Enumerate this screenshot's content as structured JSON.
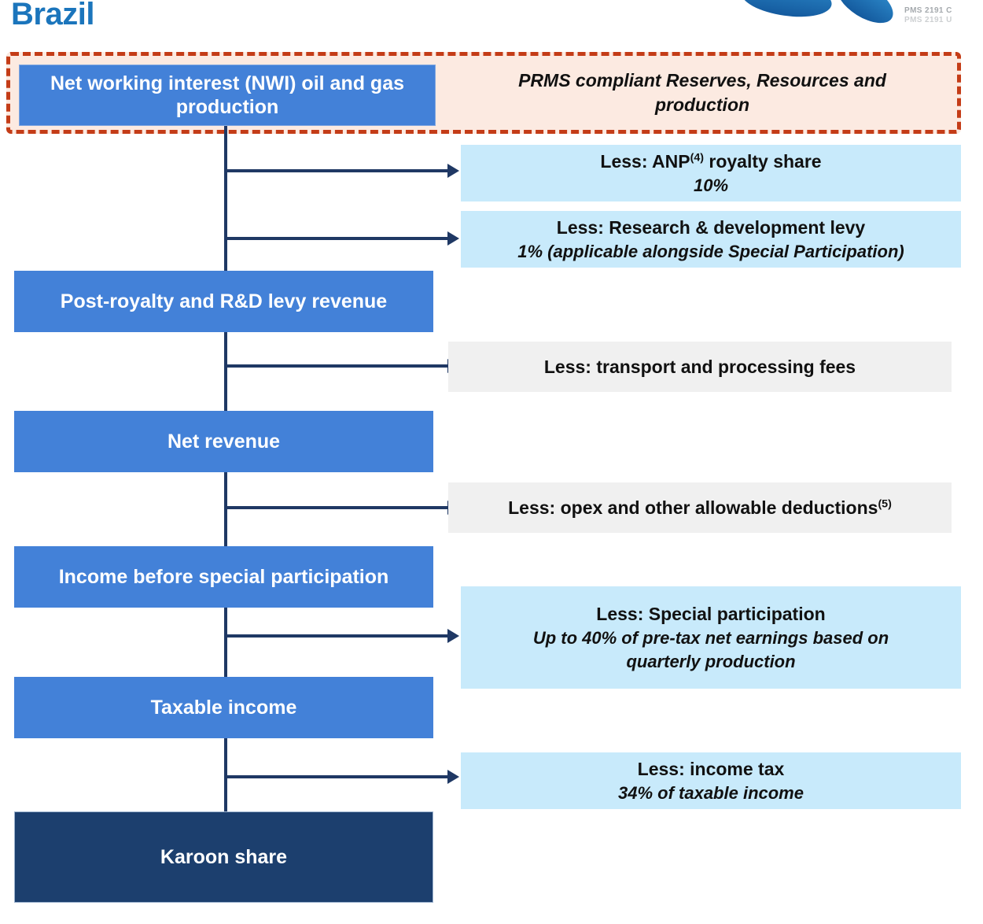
{
  "page": {
    "title": "Brazil"
  },
  "logo": {
    "swatch_line1": "PMS 2191 C",
    "swatch_line2": "PMS 2191 U"
  },
  "flow": {
    "source": {
      "label": "Net working interest (NWI) oil and gas production"
    },
    "prms_note": {
      "text": "PRMS compliant Reserves, Resources and production"
    },
    "stages": [
      {
        "label": "Post-royalty and R&D levy revenue"
      },
      {
        "label": "Net revenue"
      },
      {
        "label": "Income before special participation"
      },
      {
        "label": "Taxable income"
      },
      {
        "label": "Karoon share"
      }
    ],
    "deductions": [
      {
        "title_pre": "Less: ANP",
        "title_sup": "(4)",
        "title_post": " royalty share",
        "detail": "10%",
        "style": "blue"
      },
      {
        "title_pre": "Less: Research & development levy",
        "title_sup": "",
        "title_post": "",
        "detail": "1% (applicable alongside Special Participation)",
        "style": "blue"
      },
      {
        "title_pre": "Less: transport and processing fees",
        "title_sup": "",
        "title_post": "",
        "detail": "",
        "style": "gray"
      },
      {
        "title_pre": "Less: opex and other allowable deductions",
        "title_sup": "(5)",
        "title_post": "",
        "detail": "",
        "style": "gray"
      },
      {
        "title_pre": "Less: Special participation",
        "title_sup": "",
        "title_post": "",
        "detail": "Up to 40% of pre-tax net earnings based on quarterly production",
        "style": "blue"
      },
      {
        "title_pre": "Less: income tax",
        "title_sup": "",
        "title_post": "",
        "detail": "34% of taxable income",
        "style": "blue"
      }
    ]
  },
  "colors": {
    "title_blue": "#1B75BC",
    "stage_blue": "#4381D8",
    "karoon_navy": "#1C3F6E",
    "connector_navy": "#1F3864",
    "deduction_blue": "#C8EAFB",
    "deduction_gray": "#F0F0F0",
    "prms_peach": "#FCEAE1",
    "dashed_red": "#C43C17",
    "logo_blue": "#1D6FB3"
  }
}
